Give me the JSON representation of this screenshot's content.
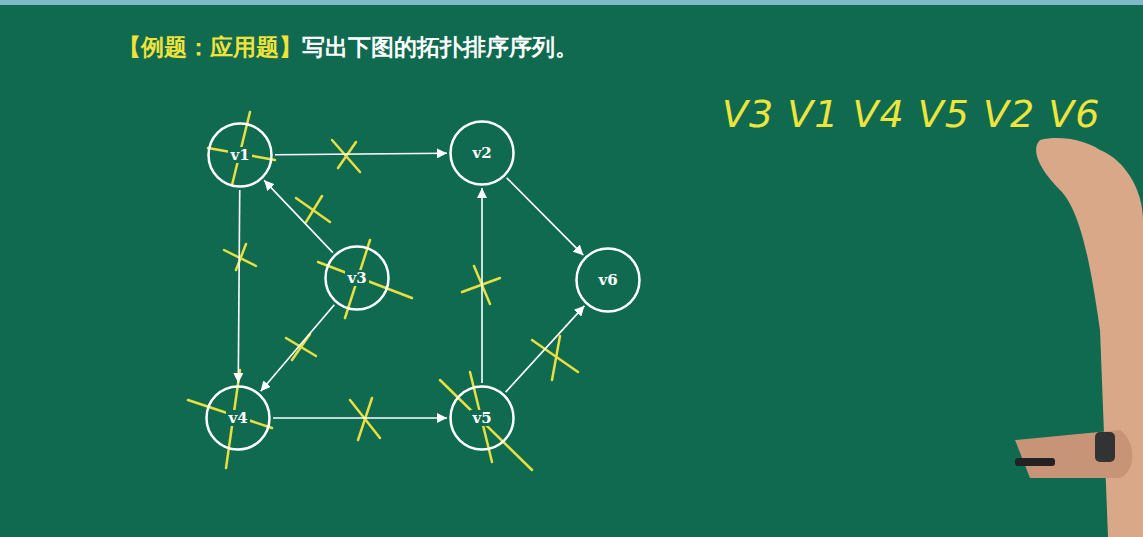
{
  "diagram": {
    "title": "写出下图的拓扑排序序列。",
    "nodes": [
      {
        "text": [
          "v1"
        ]
      },
      {
        "text": [
          "v2"
        ]
      },
      {
        "text": [
          "v3"
        ]
      },
      {
        "text": [
          "v4"
        ]
      },
      {
        "text": [
          "v5"
        ]
      },
      {
        "text": [
          "v6"
        ]
      }
    ],
    "edges": [
      {
        "from": 0,
        "to": 1,
        "arrow": "to"
      },
      {
        "from": 0,
        "to": 3,
        "arrow": "to"
      },
      {
        "from": 2,
        "to": 0,
        "arrow": "to"
      },
      {
        "from": 2,
        "to": 3,
        "arrow": "to"
      },
      {
        "from": 3,
        "to": 4,
        "arrow": "to"
      },
      {
        "from": 4,
        "to": 1,
        "arrow": "to"
      },
      {
        "from": 4,
        "to": 5,
        "arrow": "to"
      },
      {
        "from": 1,
        "to": 5,
        "arrow": "to"
      }
    ],
    "labels": [
      "【例题：应用题】",
      "V3 V1 V4 V5 V2 V6"
    ]
  }
}
